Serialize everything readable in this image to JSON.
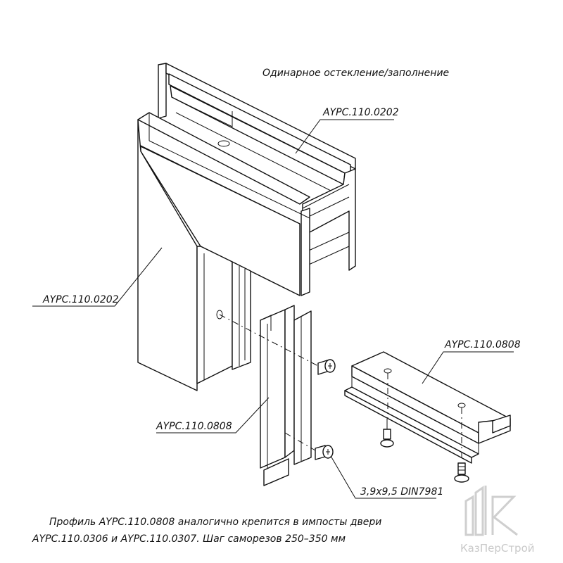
{
  "diagram": {
    "title": "Одинарное остекление/заполнение",
    "labels": {
      "top_profile": "AYPC.110.0202",
      "left_profile": "AYPC.110.0202",
      "mid_profile": "AYPC.110.0808",
      "right_profile": "AYPC.110.0808",
      "screw": "3,9x9,5 DIN7981"
    },
    "note": {
      "line1": "Профиль AYPC.110.0808 аналогично крепится в импосты двери",
      "line2": "AYPC.110.0306 и AYPC.110.0307. Шаг саморезов 250–350 мм"
    },
    "watermark": "КазПерСтрой"
  }
}
